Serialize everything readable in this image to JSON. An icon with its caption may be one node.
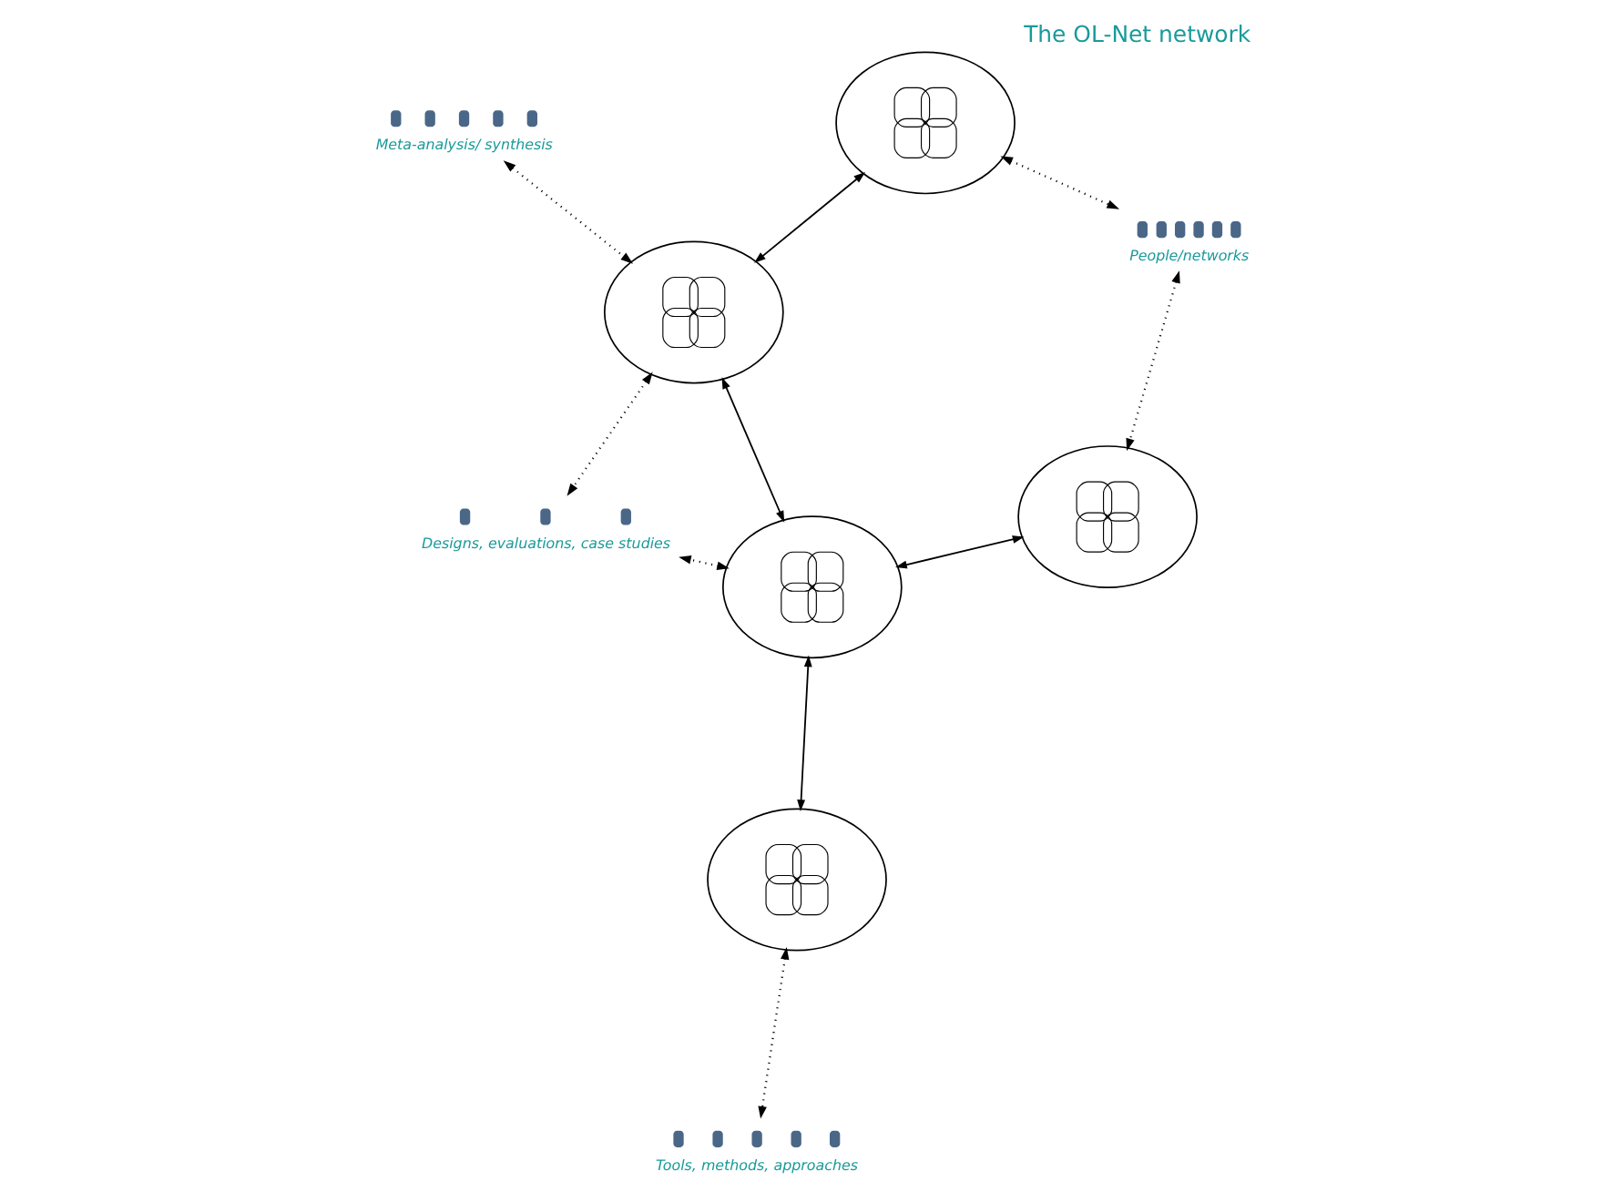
{
  "diagram": {
    "title": "The OL-Net network",
    "nodes": [
      {
        "text": [],
        "shape": "picture"
      },
      {
        "text": [
          "People/networks"
        ]
      },
      {
        "text": [],
        "shape": "picture"
      },
      {
        "text": [
          "Meta-analysis/ synthesis"
        ]
      },
      {
        "text": [],
        "shape": "picture"
      },
      {
        "text": [],
        "shape": "picture"
      },
      {
        "text": [
          "Tools, methods, approaches"
        ]
      },
      {
        "text": [],
        "shape": "picture"
      },
      {
        "text": [
          "Designs, evaluations, case studies"
        ]
      }
    ],
    "edges": [
      {
        "from": 0,
        "to": 1,
        "arrow": "both",
        "style": "dashed"
      },
      {
        "from": 0,
        "to": 4,
        "arrow": "both"
      },
      {
        "from": 3,
        "to": 4,
        "arrow": "both",
        "style": "dashed"
      },
      {
        "from": 1,
        "to": 5,
        "arrow": "both",
        "style": "dashed"
      },
      {
        "from": 2,
        "to": 6,
        "arrow": "both",
        "style": "dashed"
      },
      {
        "from": 4,
        "to": 7,
        "arrow": "both"
      },
      {
        "from": 2,
        "to": 7,
        "arrow": "both"
      },
      {
        "from": 5,
        "to": 7,
        "arrow": "both"
      },
      {
        "from": 4,
        "to": 8,
        "arrow": "both",
        "style": "dashed"
      },
      {
        "from": 7,
        "to": 8,
        "arrow": "both",
        "style": "dashed"
      }
    ]
  }
}
